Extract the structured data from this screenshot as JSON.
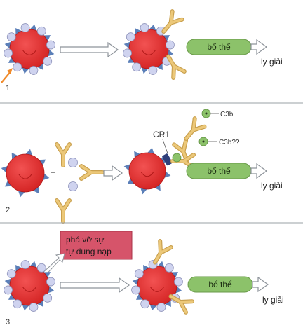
{
  "panels": [
    {
      "number": "1",
      "complement_label": "bổ thể",
      "result_label": "ly giải"
    },
    {
      "number": "2",
      "complement_label": "bổ thể",
      "result_label": "ly giải",
      "receptor_label": "CR1",
      "c3b_label": "C3b",
      "c3b_unknown_label": "C3b??"
    },
    {
      "number": "3",
      "complement_label": "bổ thể",
      "result_label": "ly giải",
      "inhibit_line1": "phá vỡ sự",
      "inhibit_line2": "tự dung nạp"
    }
  ],
  "plus_sign": "+",
  "colors": {
    "cell": "#e23232",
    "cell_edge": "#b01818",
    "spike": "#5b7fb8",
    "antigen_circle": "#cfd3ef",
    "antibody": "#e6bd6a",
    "complement_pill": "#8cc26a",
    "c3b": "#8cc26a",
    "cr1": "#2f3f7a",
    "inhibit_box": "#d6546a",
    "pointer_arrow": "#f08a2a",
    "divider": "#9aa0a6"
  },
  "icons": {
    "cell": "red-cell-icon",
    "antibody": "y-antibody-icon",
    "arrow": "hollow-arrow-icon"
  }
}
